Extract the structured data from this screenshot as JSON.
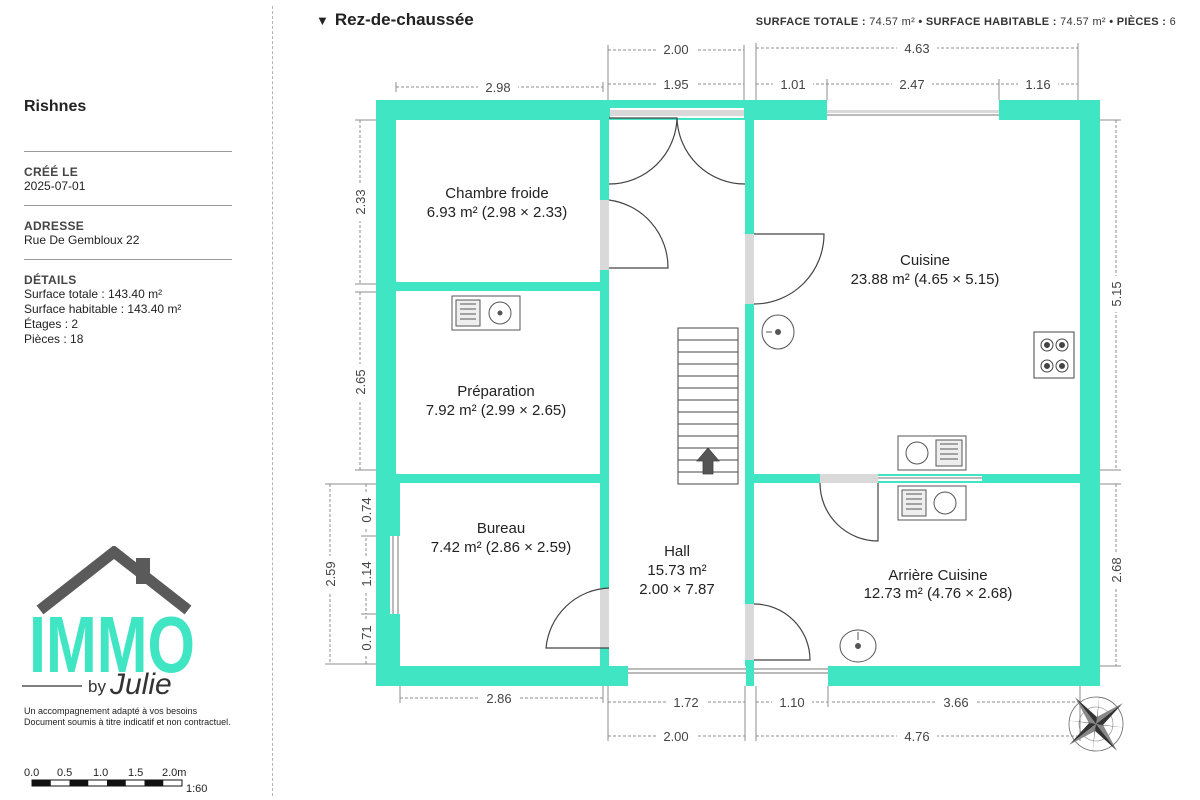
{
  "sidebar": {
    "project_name": "Rishnes",
    "created_label": "CRÉÉ LE",
    "created_value": "2025-07-01",
    "address_label": "ADRESSE",
    "address_value": "Rue De Gembloux 22",
    "details_label": "DÉTAILS",
    "details": [
      "Surface totale : 143.40 m²",
      "Surface habitable : 143.40 m²",
      "Étages : 2",
      "Pièces : 18"
    ],
    "logo_main": "IMMO",
    "logo_by": "by",
    "logo_name": "Julie",
    "tagline": "Un accompagnement adapté à vos besoins",
    "disclaimer": "Document soumis à titre indicatif et non contractuel.",
    "scale_ticks": [
      "0.0",
      "0.5",
      "1.0",
      "1.5",
      "2.0m"
    ],
    "scale_ratio": "1:60"
  },
  "floor": {
    "title": "Rez-de-chaussée",
    "toggle_icon": "caret-down-icon",
    "surface_total_label": "SURFACE TOTALE :",
    "surface_total_value": "74.57 m²",
    "surface_habitable_label": "SURFACE HABITABLE :",
    "surface_habitable_value": "74.57 m²",
    "rooms_count_label": "PIÈCES :",
    "rooms_count_value": "6",
    "rooms": [
      {
        "name": "Chambre froide",
        "area": "6.93 m² (2.98 × 2.33)"
      },
      {
        "name": "Préparation",
        "area": "7.92 m² (2.99 × 2.65)"
      },
      {
        "name": "Bureau",
        "area": "7.42 m² (2.86 × 2.59)"
      },
      {
        "name": "Hall",
        "area": "15.73 m²",
        "dims": "2.00 × 7.87"
      },
      {
        "name": "Cuisine",
        "area": "23.88 m² (4.65 × 5.15)"
      },
      {
        "name": "Arrière Cuisine",
        "area": "12.73 m² (4.76 × 2.68)"
      }
    ],
    "dimensions": {
      "top_chambre": "2.98",
      "top_hall_outer": "2.00",
      "top_hall_inner": "1.95",
      "top_cuisine_total": "4.63",
      "top_cuisine_left": "1.01",
      "top_cuisine_window": "2.47",
      "top_cuisine_right": "1.16",
      "left_chambre": "2.33",
      "left_preparation": "2.65",
      "left_bureau_total": "2.59",
      "left_bureau_top": "0.74",
      "left_bureau_window": "1.14",
      "left_bureau_bottom": "0.71",
      "right_cuisine": "5.15",
      "right_arriere": "2.68",
      "bottom_bureau": "2.86",
      "bottom_hall_window": "1.72",
      "bottom_hall_total": "2.00",
      "bottom_arriere_left": "1.10",
      "bottom_arriere_right": "3.66",
      "bottom_arriere_total": "4.76"
    }
  },
  "colors": {
    "wall": "#40e6c4",
    "text": "#222222",
    "dim_line": "#8c8c8c",
    "opening": "#d9d9d9"
  }
}
